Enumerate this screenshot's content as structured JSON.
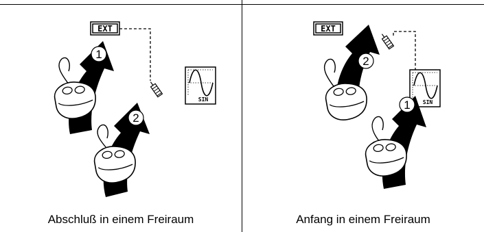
{
  "panels": [
    {
      "caption": "Abschluß in einem Freiraum",
      "source_label": "EXT",
      "target_label": "SIN",
      "step_1": "1",
      "step_2": "2"
    },
    {
      "caption": "Anfang in einem Freiraum",
      "source_label": "EXT",
      "target_label": "SIN",
      "step_1": "1",
      "step_2": "2"
    }
  ],
  "colors": {
    "ink": "#000000",
    "paper": "#ffffff"
  }
}
